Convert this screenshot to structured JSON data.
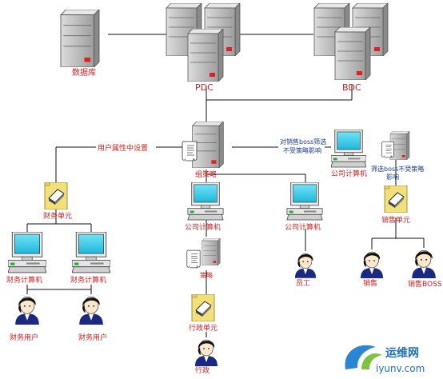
{
  "labels": {
    "database": "数据库",
    "pdc": "PDC",
    "bdc": "BDC",
    "user_prop_setting": "用户属性中设置",
    "group_policy": "组策略",
    "sales_boss_filter_line1": "对销售boss筛选",
    "sales_boss_filter_line2": "不受策略影响",
    "company_computer_right": "公司计算机",
    "filter_boss_line1": "筛选boss不受策略",
    "filter_boss_line2": "影响",
    "finance_unit": "财务单元",
    "company_computer_1": "公司计算机",
    "company_computer_2": "公司计算机",
    "sales_unit": "销售单元",
    "finance_computer_1": "财务计算机",
    "finance_computer_2": "财务计算机",
    "policy_doc": "策略",
    "employee": "员工",
    "sales": "销售",
    "sales_boss": "销售BOSS",
    "admin_unit": "行政单元",
    "finance_user_1": "财务用户",
    "finance_user_2": "财务用户",
    "admin": "行政"
  },
  "watermark": {
    "brand_cn": "运维网",
    "url": "iyunv.com"
  },
  "colors": {
    "label_red": "#cc2222",
    "label_blue": "#1a3d8f",
    "monitor_screen": "#33ccee",
    "folder_yellow": "#f2e07a",
    "server_gray": "#b8b8b8",
    "watermark_blue": "#1d6fb8"
  }
}
